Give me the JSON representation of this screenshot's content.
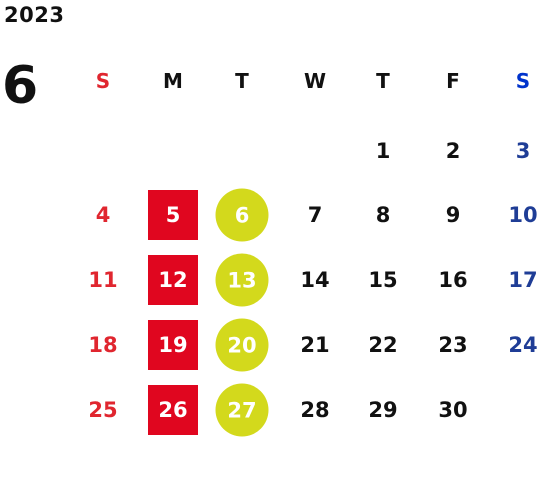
{
  "calendar": {
    "year": "2023",
    "month": "6",
    "weekdays": [
      "S",
      "M",
      "T",
      "W",
      "T",
      "F",
      "S"
    ],
    "weeks": [
      [
        "",
        "",
        "",
        "",
        "1",
        "2",
        "3"
      ],
      [
        "4",
        "5",
        "6",
        "7",
        "8",
        "9",
        "10"
      ],
      [
        "11",
        "12",
        "13",
        "14",
        "15",
        "16",
        "17"
      ],
      [
        "18",
        "19",
        "20",
        "21",
        "22",
        "23",
        "24"
      ],
      [
        "25",
        "26",
        "27",
        "28",
        "29",
        "30",
        ""
      ]
    ],
    "colors": {
      "sunday": "#e0262f",
      "saturday": "#1f3d96",
      "monday_highlight": "#e0061f",
      "tuesday_highlight": "#d3d91c"
    }
  }
}
